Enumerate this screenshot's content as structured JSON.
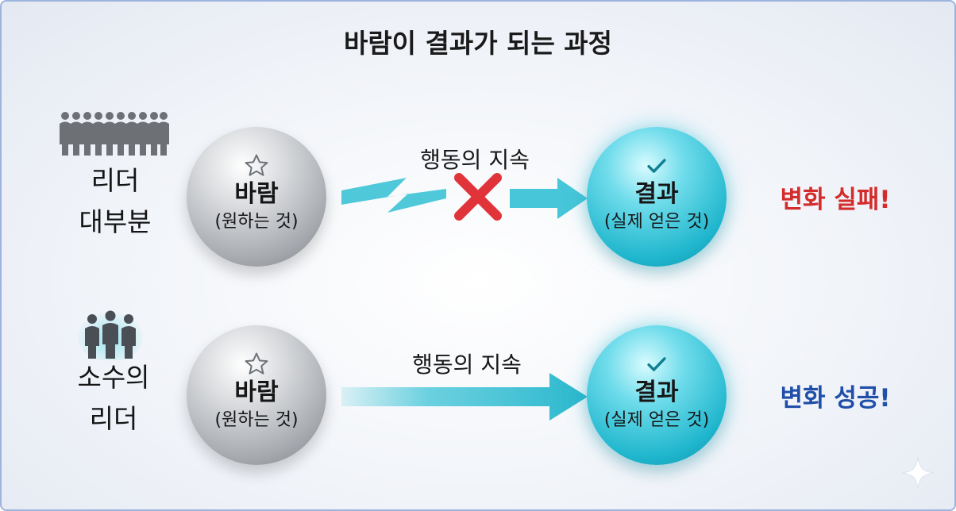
{
  "title": "바람이 결과가 되는 과정",
  "rows": [
    {
      "group_lines": [
        "리더",
        "대부분"
      ],
      "wish": {
        "label": "바람",
        "sub": "(원하는 것)",
        "icon": "star-icon"
      },
      "action": "행동의 지속",
      "result_orb": {
        "label": "결과",
        "sub": "(실제 얻은 것)",
        "icon": "check-icon"
      },
      "outcome": "변화 실패!",
      "outcome_color": "#d42b2b"
    },
    {
      "group_lines": [
        "소수의",
        "리더"
      ],
      "wish": {
        "label": "바람",
        "sub": "(원하는 것)",
        "icon": "star-icon"
      },
      "action": "행동의 지속",
      "result_orb": {
        "label": "결과",
        "sub": "(실제 얻은 것)",
        "icon": "check-icon"
      },
      "outcome": "변화 성공!",
      "outcome_color": "#1f4fa8"
    }
  ],
  "colors": {
    "arrow": "#3cc3d6",
    "cross": "#e0333a",
    "orb_teal": "#1fb6cd",
    "orb_gray": "#a5a9ae"
  }
}
